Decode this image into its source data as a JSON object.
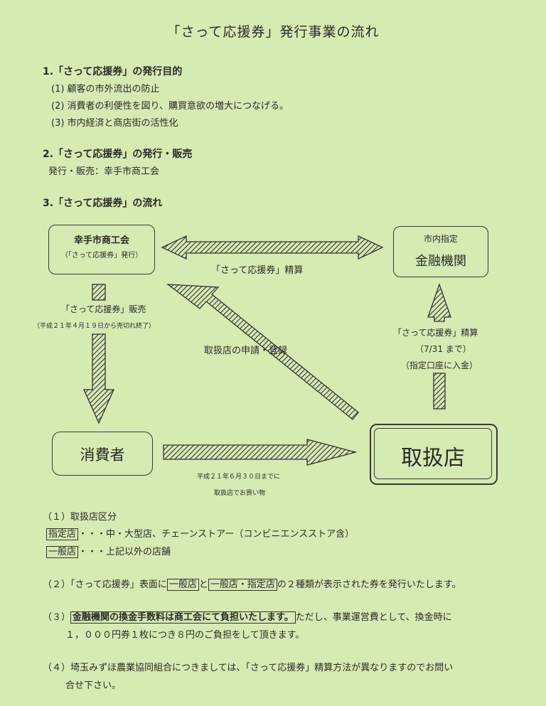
{
  "title": "「さって応援券」発行事業の流れ",
  "section1": {
    "heading": "1.「さって応援券」の発行目的",
    "items": [
      "(1) 顧客の市外流出の防止",
      "(2) 消費者の利便性を図り、購買意欲の増大につなげる。",
      "(3) 市内経済と商店街の活性化"
    ]
  },
  "section2": {
    "heading": "2.「さって応援券」の発行・販売",
    "text": "発行・販売：幸手市商工会"
  },
  "section3": {
    "heading": "3.「さって応援券」の流れ"
  },
  "diagram": {
    "chamber": {
      "name": "幸手市商工会",
      "sub": "（「さって応援券」発行）"
    },
    "bank": {
      "sub": "市内指定",
      "name": "金融機関"
    },
    "consumer": {
      "name": "消費者"
    },
    "shop": {
      "name": "取扱店"
    },
    "label_settle_top": "「さって応援券」精算",
    "label_sale": "「さって応援券」販売",
    "label_sale_note": "（平成２１年４月１９日から売切れ終了）",
    "label_apply": "取扱店の申請・登録",
    "label_settle_right": "「さって応援券」精算",
    "label_settle_date": "（7/31 まで）",
    "label_settle_deposit": "（指定口座に入金）",
    "label_shopping_1": "平成２１年６月３０日までに",
    "label_shopping_2": "取扱店でお買い物"
  },
  "notes": {
    "n1_heading": "（１）取扱店区分",
    "n1_a_box": "指定店",
    "n1_a_text": "・・・中・大型店、チェーンストアー（コンビニエンスストア含）",
    "n1_b_box": "一般店",
    "n1_b_text": "・・・上記以外の店舗",
    "n2_a": "（２）「さって応援券」表面に",
    "n2_box1": "一般店",
    "n2_b": "と",
    "n2_box2": "一般店・指定店",
    "n2_c": "の２種類が表示された券を発行いたします。",
    "n3_a": "（３）",
    "n3_box": "金融機関の換金手数料は商工会にて負担いたします。",
    "n3_b": "ただし、事業運営費として、換金時に",
    "n3_line2": "１，０００円券１枚につき８円のご負担をして頂きます。",
    "n4_line1": "（４）埼玉みずほ農業協同組合につきましては、「さって応援券」精算方法が異なりますのでお問い",
    "n4_line2": "合せ下さい。"
  },
  "colors": {
    "background": "#d4ebb2",
    "ink": "#2b2b2b"
  }
}
